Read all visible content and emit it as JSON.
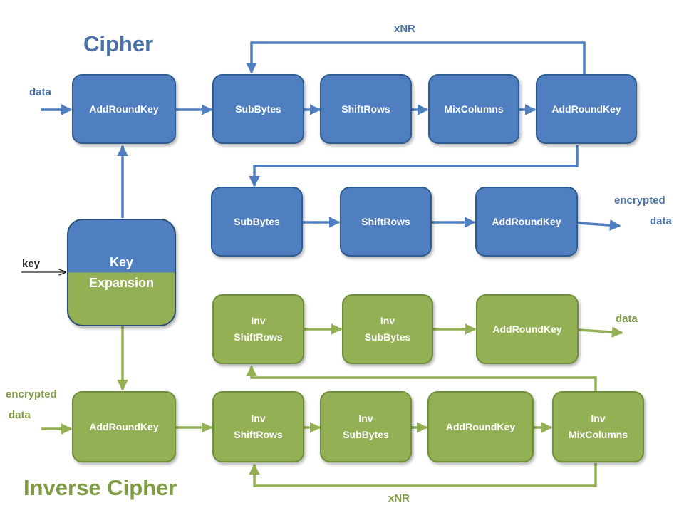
{
  "titles": {
    "cipher": "Cipher",
    "inverse": "Inverse Cipher"
  },
  "colors": {
    "blue": "#4f7fc0",
    "blue_border": "#2e5b90",
    "blue_text": "#4a72a8",
    "green": "#93b154",
    "green_border": "#6f8f3a",
    "green_text": "#7e9c43",
    "white": "#ffffff"
  },
  "labels": {
    "data_in": "data",
    "key": "key",
    "xnr_top": "xNR",
    "encrypted_out_1": "encrypted",
    "encrypted_out_2": "data",
    "data_out": "data",
    "encrypted_in_1": "encrypted",
    "encrypted_in_2": "data",
    "xnr_bottom": "xNR"
  },
  "boxes": {
    "add_round_key_start": [
      "AddRoundKey"
    ],
    "sub_bytes_1": [
      "SubBytes"
    ],
    "shift_rows_1": [
      "ShiftRows"
    ],
    "mix_columns": [
      "MixColumns"
    ],
    "add_round_key_loop": [
      "AddRoundKey"
    ],
    "sub_bytes_final": [
      "SubBytes"
    ],
    "shift_rows_final": [
      "ShiftRows"
    ],
    "add_round_key_final": [
      "AddRoundKey"
    ],
    "key_expansion": [
      "Key",
      "Expansion"
    ],
    "inv_shift_rows_final": [
      "Inv",
      "ShiftRows"
    ],
    "inv_sub_bytes_final": [
      "Inv",
      "SubBytes"
    ],
    "inv_add_round_key_final": [
      "AddRoundKey"
    ],
    "inv_add_round_key_start": [
      "AddRoundKey"
    ],
    "inv_shift_rows_loop": [
      "Inv",
      "ShiftRows"
    ],
    "inv_sub_bytes_loop": [
      "Inv",
      "SubBytes"
    ],
    "inv_add_round_key_loop": [
      "AddRoundKey"
    ],
    "inv_mix_columns": [
      "Inv",
      "MixColumns"
    ]
  }
}
